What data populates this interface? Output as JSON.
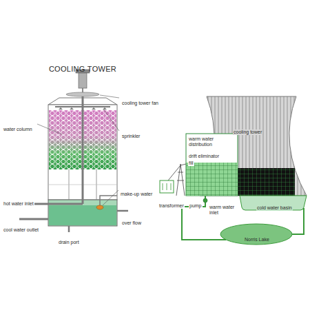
{
  "diagram": {
    "title": "COOLING TOWER",
    "labels": [
      "cooling tower fan",
      "water column",
      "sprinkler",
      "hot water inlet",
      "make-up water",
      "cool water outlet",
      "over flow",
      "drain port",
      "cooling tower",
      "warm water distribution",
      "drift eliminator",
      "fill",
      "transformer",
      "pump",
      "warm water inlet",
      "cold water basin",
      "Norris Lake"
    ]
  }
}
